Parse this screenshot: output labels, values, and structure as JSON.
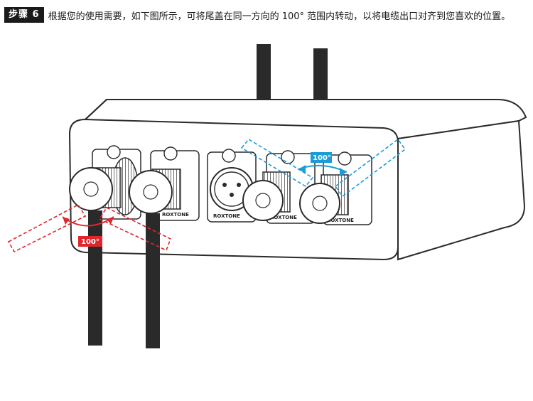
{
  "header": {
    "step_label": "步骤 6",
    "instruction": "根据您的使用需要，如下图所示，可将尾盖在同一方向的 100° 范围内转动，以将电缆出口对齐到您喜欢的位置。"
  },
  "diagram": {
    "left_angle_label": "100°",
    "right_angle_label": "100°",
    "brand_text": "ROXTONE",
    "colors": {
      "left_indicator": "#e0262d",
      "right_indicator": "#1b9bd7",
      "cable": "#2a2a2a",
      "outline": "#2b2b2b"
    }
  }
}
